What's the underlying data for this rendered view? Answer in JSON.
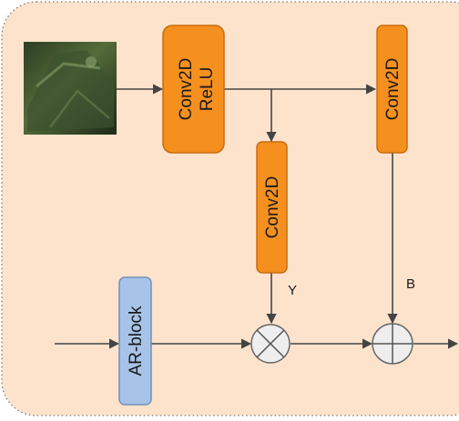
{
  "diagram": {
    "colors": {
      "panel_fill": "#fde3cc",
      "panel_border": "#777777",
      "conv_fill": "#f5901f",
      "conv_border": "#c96a10",
      "ar_fill": "#a7c4e8",
      "ar_border": "#7090b8",
      "op_fill": "#eeeeee",
      "op_border": "#666666",
      "arrow": "#444444"
    },
    "input_image": {
      "icon": "dark-green-photo-thumbnail"
    },
    "blocks": {
      "conv_relu_line1": "Conv2D",
      "conv_relu_line2": "ReLU",
      "conv_gamma": "Conv2D",
      "conv_beta": "Conv2D",
      "ar_block": "AR-block"
    },
    "params": {
      "gamma": "Y",
      "beta": "B"
    },
    "operators": {
      "multiply": "multiply-icon",
      "add": "add-icon"
    }
  }
}
